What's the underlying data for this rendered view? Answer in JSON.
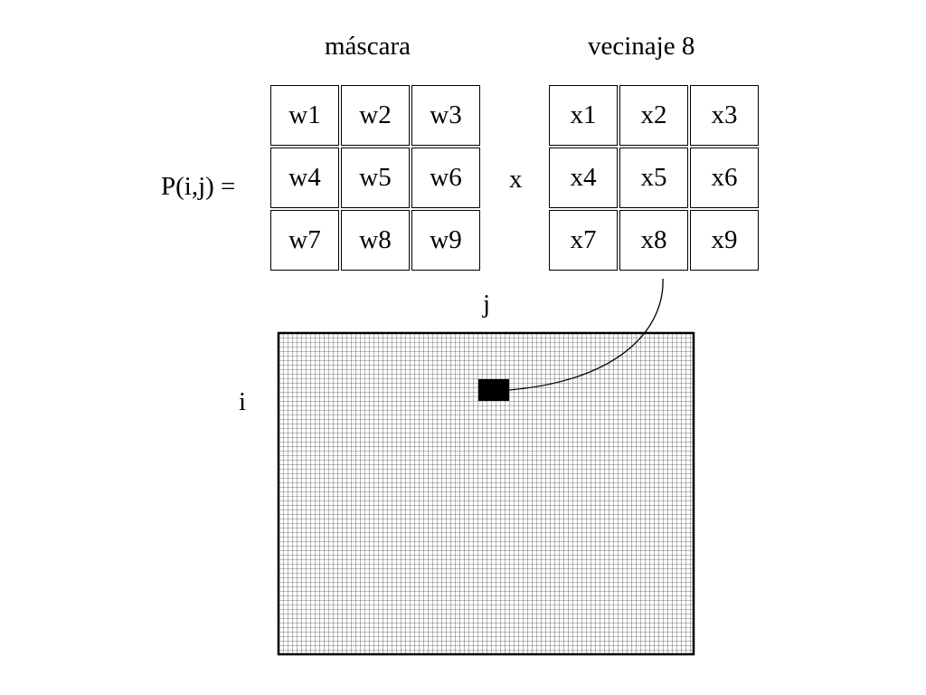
{
  "mask": {
    "title": "máscara",
    "cells": [
      "w1",
      "w2",
      "w3",
      "w4",
      "w5",
      "w6",
      "w7",
      "w8",
      "w9"
    ]
  },
  "neighborhood": {
    "title": "vecinaje 8",
    "cells": [
      "x1",
      "x2",
      "x3",
      "x4",
      "x5",
      "x6",
      "x7",
      "x8",
      "x9"
    ]
  },
  "equation": {
    "lhs": "P(i,j) =",
    "operator": "x"
  },
  "image": {
    "col_label": "j",
    "row_label": "i"
  }
}
